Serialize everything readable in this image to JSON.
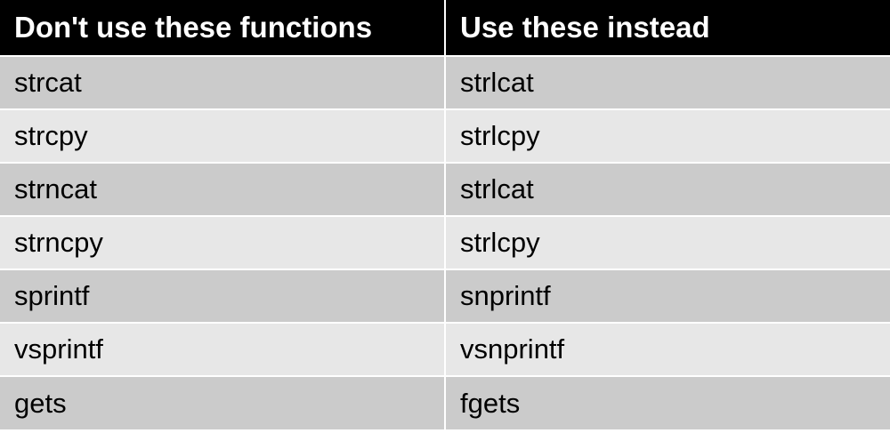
{
  "table": {
    "headers": [
      "Don't use these functions",
      "Use these instead"
    ],
    "rows": [
      [
        "strcat",
        "strlcat"
      ],
      [
        "strcpy",
        "strlcpy"
      ],
      [
        "strncat",
        "strlcat"
      ],
      [
        "strncpy",
        "strlcpy"
      ],
      [
        "sprintf",
        "snprintf"
      ],
      [
        "vsprintf",
        "vsnprintf"
      ],
      [
        "gets",
        "fgets"
      ]
    ]
  },
  "colors": {
    "header_bg": "#000000",
    "header_text": "#ffffff",
    "row_dark": "#cbcbcb",
    "row_light": "#e7e7e7",
    "divider": "#ffffff"
  }
}
